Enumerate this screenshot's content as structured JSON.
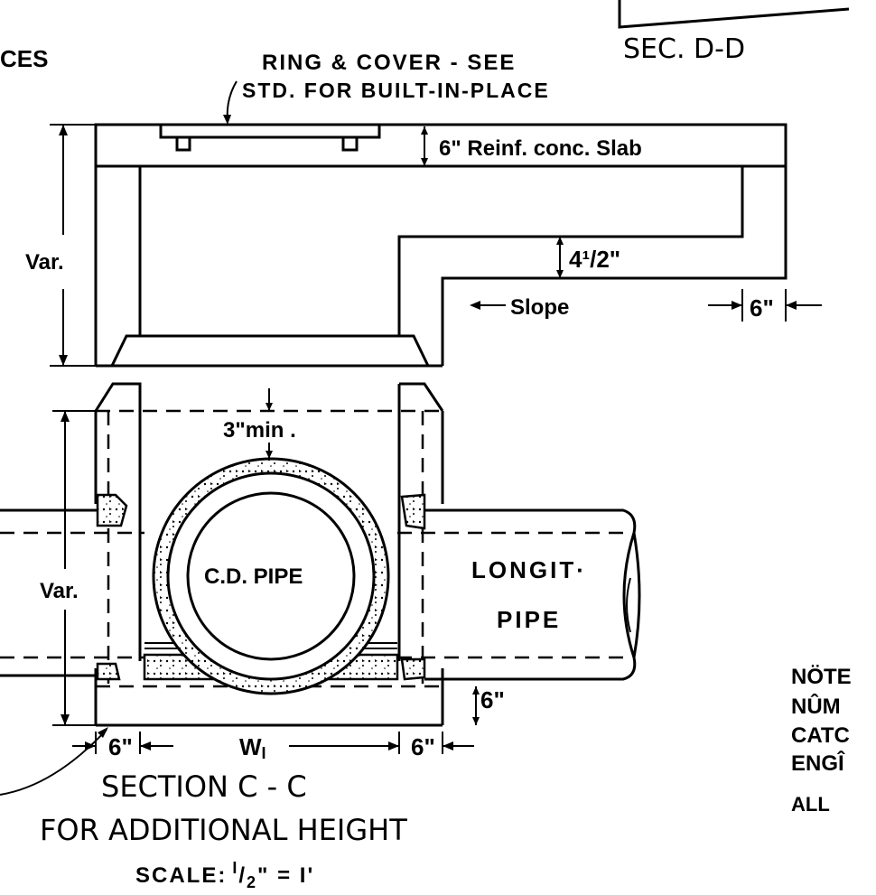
{
  "labels": {
    "partial_left": "CES",
    "section_dd": "SEC. D-D",
    "ring_cover_1": "RING & COVER - SEE",
    "ring_cover_2": "STD. FOR BUILT-IN-PLACE",
    "slab": "6\" Reinf. conc. Slab",
    "var_upper": "Var.",
    "dim_4_5": "4¹/2\"",
    "slope": "Slope",
    "dim_6_right": "6\"",
    "min_3": "3\"min .",
    "cd_pipe": "C.D. PIPE",
    "longit": "LONGIT·",
    "pipe": "PIPE",
    "var_lower": "Var.",
    "dim_6_base": "6\"",
    "dim_6_left": "6\"",
    "w1": "W",
    "w1_sub": "I",
    "dim_6_mid": "6\"",
    "section_cc": "SECTION  C - C",
    "for_additional": "FOR ADDITIONAL HEIGHT",
    "scale_prefix": "SCALE:",
    "scale_num": "I",
    "scale_den": "2",
    "scale_suffix": "\" = I'",
    "note_1": "NÖTE",
    "note_2": "NÛM",
    "note_3": "CATC",
    "note_4": "ENGÎ",
    "note_5": "ALL"
  }
}
